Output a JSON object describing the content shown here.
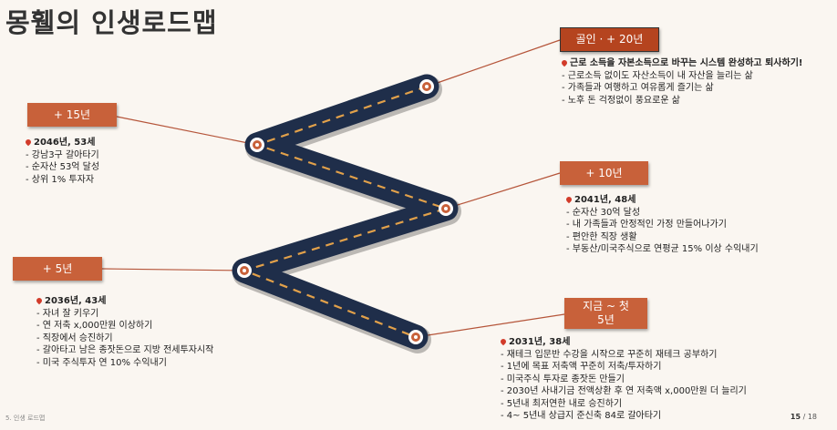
{
  "title": "몽휄의 인생로드맵",
  "milestones": {
    "goal": {
      "label": "골인 · + 20년",
      "heading": "근로 소득을 자본소득으로 바꾸는 시스템 완성하고 퇴사하기!",
      "items": [
        "근로소득 없이도 자산소득이 내 자산을 늘리는 삶",
        "가족들과 여행하고 여유롭게 즐기는 삶",
        "노후 돈 걱정없이 풍요로운 삶"
      ]
    },
    "y15": {
      "label": "+ 15년",
      "heading": "2046년, 53세",
      "items": [
        "강남3구 갈아타기",
        "순자산 53억 달성",
        "상위 1% 투자자"
      ]
    },
    "y10": {
      "label": "+ 10년",
      "heading": "2041년, 48세",
      "items": [
        "순자산 30억 달성",
        "내 가족들과 안정적인 가정 만들어나가기",
        "편안한 직장 생활",
        "부동산/미국주식으로 연평균 15% 이상 수익내기"
      ]
    },
    "y5": {
      "label": "+ 5년",
      "heading": "2036년, 43세",
      "items": [
        "자녀 잘 키우기",
        "연 저축 x,000만원 이상하기",
        "직장에서 승진하기",
        "갈아타고 남은 종잣돈으로 지방 전세투자시작",
        "미국 주식투자 연 10% 수익내기"
      ]
    },
    "now": {
      "label": "지금 ~ 첫\n5년",
      "heading": "2031년, 38세",
      "items": [
        "재테크 입문반 수강을 시작으로 꾸준히 재테크 공부하기",
        "1년에 목표 저축액 꾸준히 저축/투자하기",
        "미국주식 투자로 종잣돈 만들기",
        "2030년 사내기금 전액상환 후 연 저축액 x,000만원 더 늘리기",
        "5년내 최저연한 내로 승진하기",
        "4~ 5년내 상급지 준신축 84로 갈아타기"
      ]
    }
  },
  "footer": {
    "section": "5. 인생 로드맵",
    "page": "15",
    "total": "/  18"
  },
  "colors": {
    "accent": "#c8613a",
    "road": "#1f2e4a",
    "background": "#faf6f1"
  }
}
